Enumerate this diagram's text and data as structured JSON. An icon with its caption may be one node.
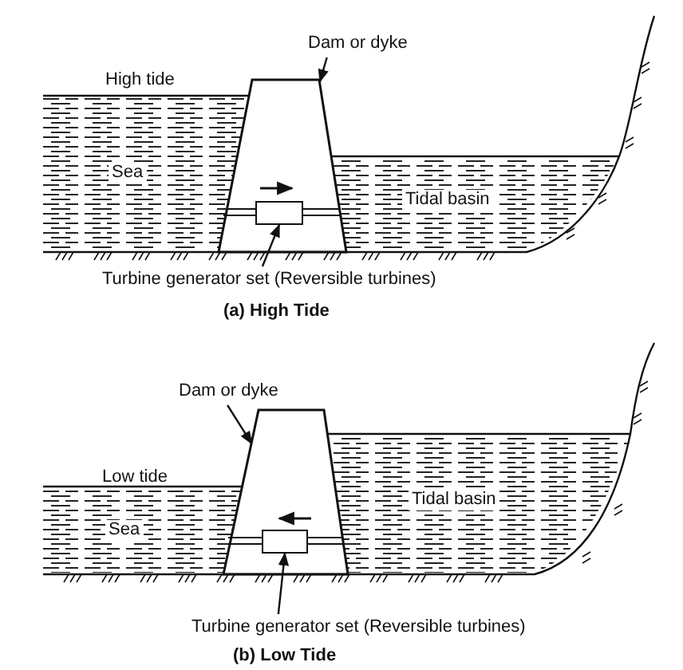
{
  "diagram": {
    "nodes": [
      {
        "text": [
          "Dam or dyke"
        ]
      },
      {
        "text": [],
        "shape": "trapezoid"
      },
      {
        "text": [],
        "shape": "box",
        "in": 1
      },
      {
        "text": [
          "Turbine generator set (Reversible turbines)"
        ]
      },
      {
        "text": [
          "Dam or dyke"
        ]
      },
      {
        "text": [],
        "shape": "trapezoid"
      },
      {
        "text": [],
        "shape": "box",
        "in": 5
      },
      {
        "text": [
          "Turbine generator set (Reversible turbines)"
        ]
      }
    ],
    "edges": [
      {
        "from": 0,
        "to": 1,
        "arrow": "to"
      },
      {
        "from": 3,
        "to": 2,
        "arrow": "to"
      },
      {
        "from": 4,
        "to": 5,
        "arrow": "to"
      },
      {
        "from": 7,
        "to": 6,
        "arrow": "to"
      }
    ],
    "labels": [
      "High tide",
      "Sea",
      "Tidal basin",
      "(a) High Tide",
      "Low tide",
      "Sea",
      "Tidal basin",
      "(b) Low Tide"
    ]
  }
}
